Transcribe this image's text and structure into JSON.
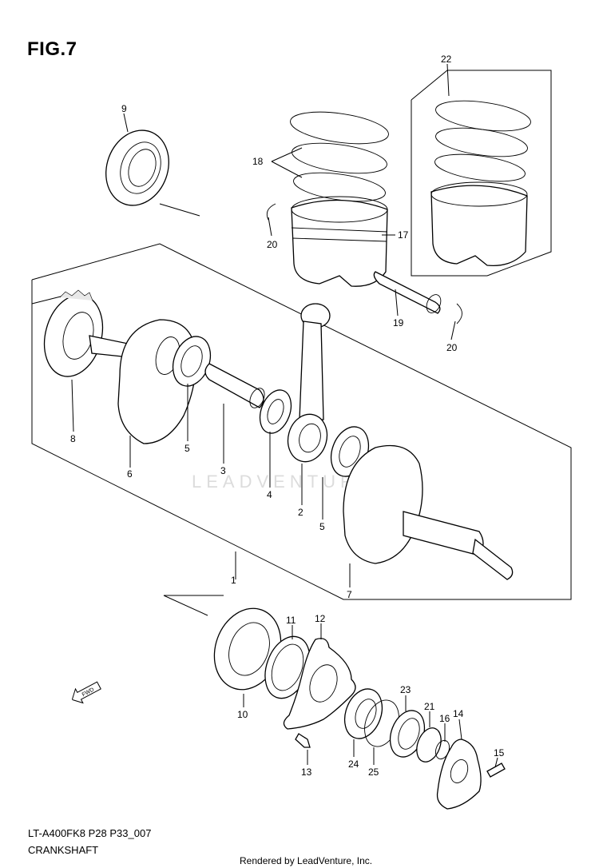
{
  "figure": {
    "title": "FIG.7",
    "name": "CRANKSHAFT",
    "code": "LT-A400FK8 P28 P33_007"
  },
  "watermark": "LEADVENTURE",
  "footer": {
    "rendered_by": "Rendered by LeadVenture, Inc."
  },
  "fwd_arrow": {
    "label": "FWD",
    "icon": "forward-arrow-icon"
  },
  "callouts": [
    {
      "id": "c1",
      "text": "1"
    },
    {
      "id": "c2",
      "text": "2"
    },
    {
      "id": "c3",
      "text": "3"
    },
    {
      "id": "c4",
      "text": "4"
    },
    {
      "id": "c5a",
      "text": "5"
    },
    {
      "id": "c5b",
      "text": "5"
    },
    {
      "id": "c6",
      "text": "6"
    },
    {
      "id": "c7",
      "text": "7"
    },
    {
      "id": "c8",
      "text": "8"
    },
    {
      "id": "c9",
      "text": "9"
    },
    {
      "id": "c10",
      "text": "10"
    },
    {
      "id": "c11",
      "text": "11"
    },
    {
      "id": "c12",
      "text": "12"
    },
    {
      "id": "c13",
      "text": "13"
    },
    {
      "id": "c14",
      "text": "14"
    },
    {
      "id": "c15",
      "text": "15"
    },
    {
      "id": "c16",
      "text": "16"
    },
    {
      "id": "c17",
      "text": "17"
    },
    {
      "id": "c18",
      "text": "18"
    },
    {
      "id": "c19",
      "text": "19"
    },
    {
      "id": "c20a",
      "text": "20"
    },
    {
      "id": "c20b",
      "text": "20"
    },
    {
      "id": "c21",
      "text": "21"
    },
    {
      "id": "c22",
      "text": "22"
    },
    {
      "id": "c23",
      "text": "23"
    },
    {
      "id": "c24",
      "text": "24"
    },
    {
      "id": "c25",
      "text": "25"
    }
  ]
}
